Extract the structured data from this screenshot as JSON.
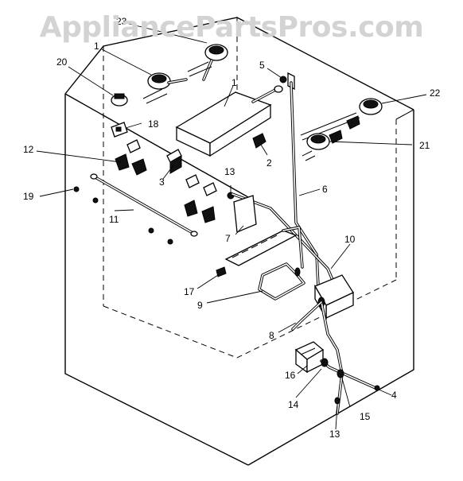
{
  "watermark": "AppliancePartsPros.com",
  "callouts": [
    "1",
    "2",
    "3",
    "4",
    "5",
    "6",
    "7",
    "8",
    "9",
    "10",
    "11",
    "12",
    "13",
    "13",
    "14",
    "15",
    "16",
    "17",
    "18",
    "19",
    "20",
    "21",
    "22",
    "23",
    "1"
  ]
}
